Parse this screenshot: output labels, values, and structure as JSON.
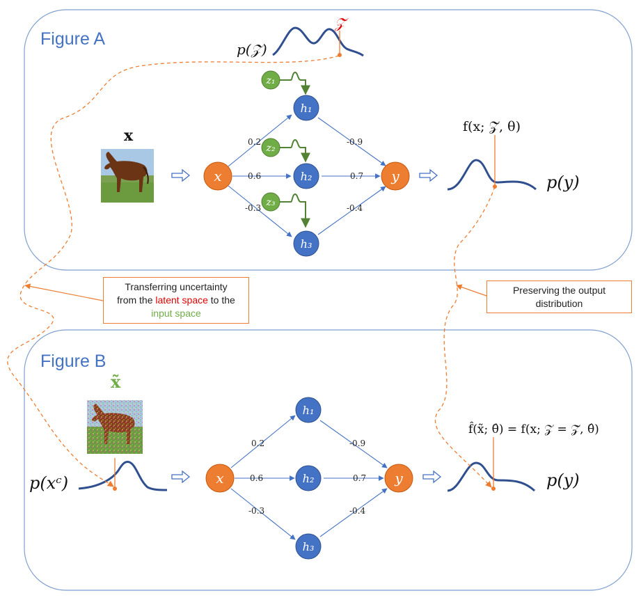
{
  "figure_a": {
    "title": "Figure A",
    "pz_label": "p(𝒵)",
    "z_tilde": "𝒵̃",
    "x_label": "x",
    "f_label": "f(x; 𝒵̃, θ)",
    "py_label": "p(y)",
    "nodes": {
      "x": "x",
      "h1": "h₁",
      "h2": "h₂",
      "h3": "h₃",
      "y": "y",
      "z1": "z₁",
      "z2": "z₂",
      "z3": "z₃"
    },
    "weights": {
      "x_h1": "0.2",
      "x_h2": "0.6",
      "x_h3": "-0.3",
      "h1_y": "-0.9",
      "h2_y": "0.7",
      "h3_y": "-0.4"
    }
  },
  "figure_b": {
    "title": "Figure B",
    "x_tilde": "x̃",
    "pxc_label": "p(xᶜ)",
    "f_label": "f̂(x̃; θ̂) = f(x; 𝒵 = 𝒵̃, θ̂)",
    "py_label": "p(y)",
    "nodes": {
      "x": "x",
      "h1": "h₁",
      "h2": "h₂",
      "h3": "h₃",
      "y": "y"
    },
    "weights": {
      "x_h1": "0.2",
      "x_h2": "0.6",
      "x_h3": "-0.3",
      "h1_y": "-0.9",
      "h2_y": "0.7",
      "h3_y": "-0.4"
    }
  },
  "callouts": {
    "left": {
      "line1": "Transferring uncertainty",
      "line2_a": "from the ",
      "line2_b": "latent space",
      "line2_c": " to the",
      "line3": "input space"
    },
    "right": {
      "line1": "Preserving the output",
      "line2": "distribution"
    }
  },
  "colors": {
    "border": "#7f9fcf",
    "title": "#4472c4",
    "blue_node": "#4472c4",
    "orange_node": "#ed7d31",
    "green_node": "#70ad47",
    "curve": "#2f4f8f",
    "red": "#e00000",
    "blue_math": "#0000ff",
    "green_text": "#70ad47"
  },
  "icons": [
    "horse-image-icon",
    "noisy-horse-image-icon",
    "arrow-right-icon"
  ]
}
